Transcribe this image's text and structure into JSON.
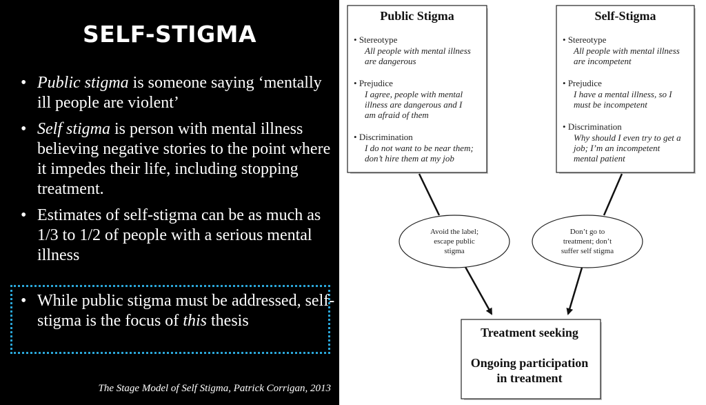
{
  "slide": {
    "title": "SELF-STIGMA",
    "bullets": [
      {
        "em": "Public stigma",
        "rest": " is someone saying ‘mentally ill people are violent’"
      },
      {
        "em": "Self stigma",
        "rest": " is person with mental illness believing negative stories to the point where it impedes their life, including stopping treatment."
      },
      {
        "em": "",
        "rest": "Estimates of self-stigma can be as much as 1/3 to 1/2 of people with a serious mental illness"
      }
    ],
    "callout": {
      "pre": "While public stigma must be addressed, self-stigma is the focus of ",
      "em": "this",
      "post": " thesis"
    },
    "citation": "The Stage Model of Self Stigma, Patrick Corrigan, 2013"
  },
  "diagram": {
    "public": {
      "title": "Public Stigma",
      "items": [
        {
          "head": "Stereotype",
          "lines": [
            "All people with mental illness",
            "are dangerous"
          ]
        },
        {
          "head": "Prejudice",
          "lines": [
            "I agree, people with mental",
            "illness are dangerous and I",
            "am afraid of them"
          ]
        },
        {
          "head": "Discrimination",
          "lines": [
            "I do not want to be near them;",
            "don’t hire them at my job"
          ]
        }
      ]
    },
    "self": {
      "title": "Self-Stigma",
      "items": [
        {
          "head": "Stereotype",
          "lines": [
            "All people with mental illness",
            "are incompetent"
          ]
        },
        {
          "head": "Prejudice",
          "lines": [
            "I have a mental illness, so I",
            "must be incompetent"
          ]
        },
        {
          "head": "Discrimination",
          "lines": [
            "Why should I even try to get a",
            "job; I’m an incompetent",
            "mental patient"
          ]
        }
      ]
    },
    "left_oval": [
      "Avoid the label;",
      "escape public",
      "stigma"
    ],
    "right_oval": [
      "Don’t go to",
      "treatment; don’t",
      "suffer self stigma"
    ],
    "outcome": {
      "line1": "Treatment seeking",
      "line2": "Ongoing participation",
      "line3": "in treatment"
    }
  }
}
